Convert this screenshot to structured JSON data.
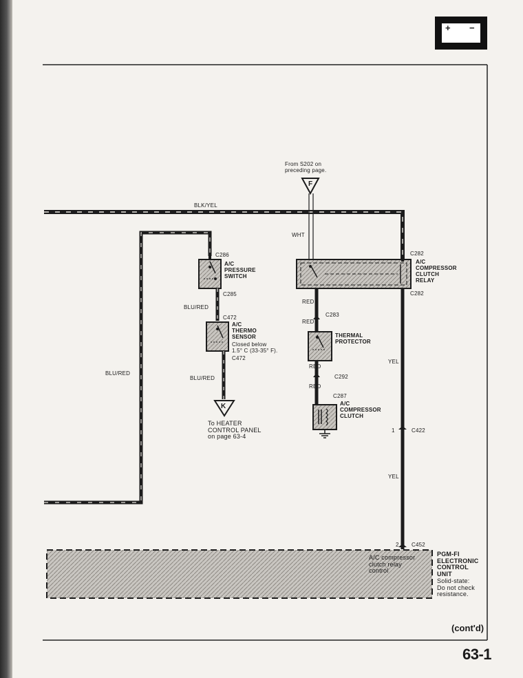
{
  "header_icon": {
    "name": "battery-icon",
    "plus": "+",
    "minus": "−"
  },
  "labels": {
    "from_s202": "From S202 on\npreceding page.",
    "connector_f": "F",
    "connector_k": "K",
    "blk_yel": "BLK/YEL",
    "wht": "WHT",
    "blu_red_left": "BLU/RED",
    "blu_red_1": "BLU/RED",
    "blu_red_2": "BLU/RED",
    "red_1": "RED",
    "red_2": "RED",
    "red_3": "RED",
    "red_4": "RED",
    "yel_1": "YEL",
    "yel_2": "YEL",
    "pin_1": "1",
    "pin_2": "2"
  },
  "connectors": {
    "c286": "C286",
    "c285": "C285",
    "c472a": "C472",
    "c472b": "C472",
    "c282a": "C282",
    "c282b": "C282",
    "c283": "C283",
    "c292": "C292",
    "c287": "C287",
    "c422": "C422",
    "c452": "C452"
  },
  "components": {
    "pressure_switch": "A/C\nPRESSURE\nSWITCH",
    "thermo_sensor": "A/C\nTHERMO\nSENSOR",
    "thermo_note": "Closed below\n1.5° C (33-35° F).",
    "clutch_relay": "A/C\nCOMPRESSOR\nCLUTCH\nRELAY",
    "thermal_protector": "THERMAL\nPROTECTOR",
    "compressor_clutch": "A/C\nCOMPRESSOR\nCLUTCH",
    "heater_panel": "To HEATER\nCONTROL PANEL\non page 63-4",
    "ecu_internal": "A/C compressor\nclutch relay\ncontrol",
    "ecu_name": "PGM-FI\nELECTRONIC\nCONTROL\nUNIT",
    "ecu_note": "Solid-state:\nDo not check\nresistance."
  },
  "footer": {
    "cont": "(cont'd)",
    "page": "63-1"
  }
}
